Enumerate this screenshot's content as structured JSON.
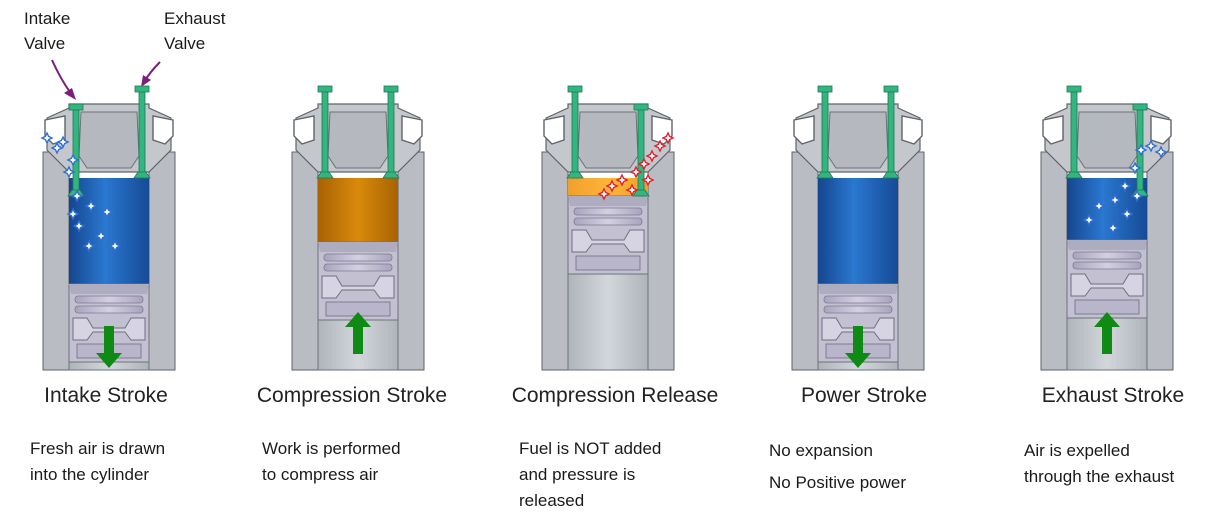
{
  "labels": {
    "intake_valve": [
      "Intake",
      "Valve"
    ],
    "exhaust_valve": [
      "Exhaust",
      "Valve"
    ]
  },
  "colors": {
    "blue_air": "#1f63b8",
    "amber_air": "#cf7e05",
    "bright_amber": "#f59a18",
    "valve_green": "#33b580",
    "arrow_green": "#0f8a14",
    "steel": "#b9bdc3",
    "steel_dark": "#9ea3aa",
    "arrow_purple": "#7a1f7a",
    "particle_blue": "#2d6fd6",
    "particle_red": "#e0202a"
  },
  "icons": {
    "motion_arrow": "thick-green-arrow",
    "particle": "sparkle"
  },
  "stages": [
    {
      "title": "Intake Stroke",
      "description": [
        "Fresh air is drawn",
        "into the cylinder"
      ],
      "gas": "blue_air",
      "piston": "down",
      "valve_open": "intake",
      "particles": "blue"
    },
    {
      "title": "Compression Stroke",
      "description": [
        "Work is performed",
        "to compress air"
      ],
      "gas": "amber_air",
      "piston": "up",
      "valve_open": "none",
      "particles": "none"
    },
    {
      "title": "Compression Release",
      "description": [
        "Fuel is NOT added",
        "and pressure is",
        "released"
      ],
      "gas": "bright_amber",
      "piston": "top",
      "valve_open": "exhaust",
      "particles": "red"
    },
    {
      "title": "Power Stroke",
      "description": [
        "No expansion",
        "No Positive power"
      ],
      "gas": "blue_air",
      "piston": "down",
      "valve_open": "none",
      "particles": "none"
    },
    {
      "title": "Exhaust Stroke",
      "description": [
        "Air is expelled",
        "through the exhaust"
      ],
      "gas": "blue_air",
      "piston": "up",
      "valve_open": "exhaust",
      "particles": "blue"
    }
  ]
}
